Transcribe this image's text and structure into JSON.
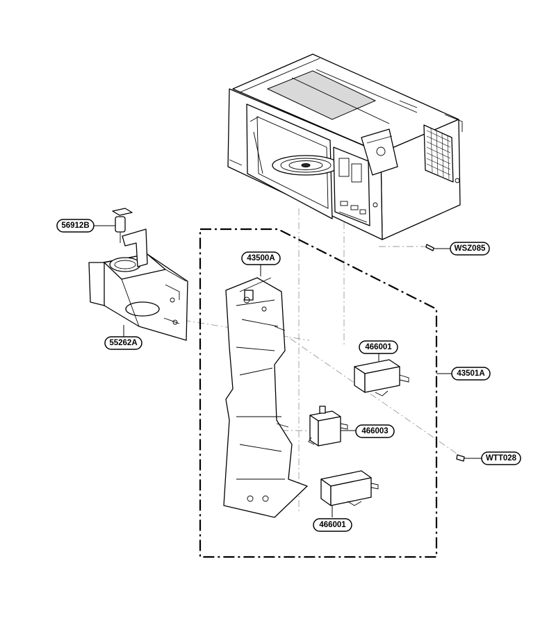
{
  "part_labels": {
    "p56912b": "56912B",
    "p55262a": "55262A",
    "p43500a": "43500A",
    "p466001_top": "466001",
    "p43501a": "43501A",
    "p466003": "466003",
    "p466001_bottom": "466001",
    "pwsz085": "WSZ085",
    "pwtt028": "WTT028"
  }
}
